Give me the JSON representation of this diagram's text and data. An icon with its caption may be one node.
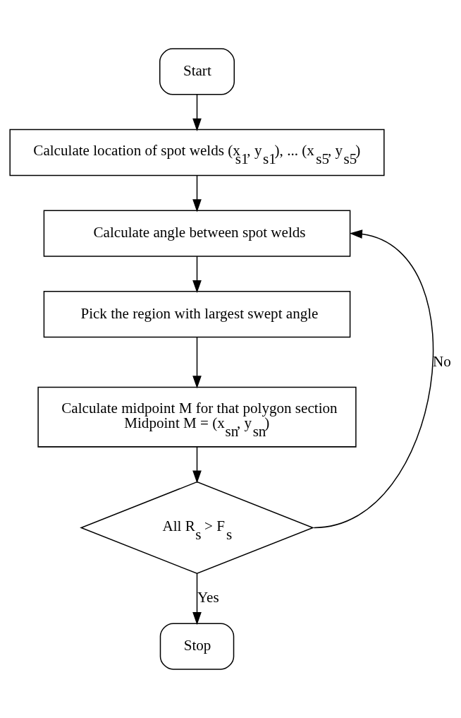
{
  "diagram": {
    "nodes": [
      {
        "text": [
          "Start"
        ]
      },
      {
        "text": [
          "Calculate location of spot welds (x$_{s1}$, y$_{s1}$), ... (x$_{s5}$, y$_{s5}$)"
        ]
      },
      {
        "text": [
          "Calculate angle between spot welds"
        ]
      },
      {
        "text": [
          "Pick the region with largest swept angle"
        ]
      },
      {
        "text": [
          "Calculate midpoint M for that polygon section",
          "Midpoint M = (x$_{sn}$, y$_{sn}$)"
        ]
      },
      {
        "text": [
          "All R$_{s}$ > F$_{s}$"
        ]
      },
      {
        "text": [
          "Stop"
        ]
      }
    ],
    "edges": [
      {
        "from": 0,
        "to": 1,
        "arrow": "to"
      },
      {
        "from": 1,
        "to": 2,
        "arrow": "to"
      },
      {
        "from": 2,
        "to": 3,
        "arrow": "to"
      },
      {
        "from": 3,
        "to": 4,
        "arrow": "to"
      },
      {
        "from": 4,
        "to": 5,
        "arrow": "to"
      },
      {
        "from": 5,
        "to": 6,
        "label": "Yes",
        "arrow": "to"
      },
      {
        "from": 5,
        "to": 2,
        "label": "No",
        "arrow": "to"
      }
    ]
  }
}
